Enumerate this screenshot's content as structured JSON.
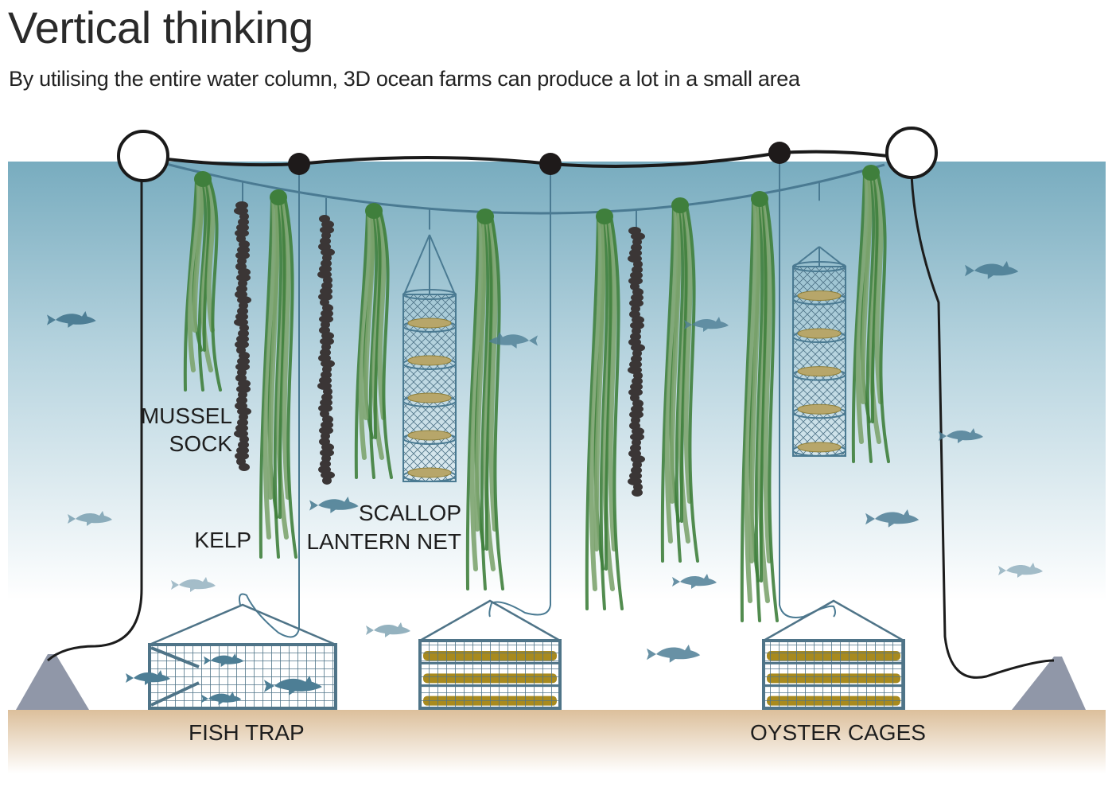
{
  "header": {
    "title": "Vertical thinking",
    "subtitle": "By utilising the entire water column, 3D ocean farms can produce a lot in a small area"
  },
  "labels": {
    "mussel_sock_line1": "MUSSEL",
    "mussel_sock_line2": "SOCK",
    "kelp": "KELP",
    "scallop_line1": "SCALLOP",
    "scallop_line2": "LANTERN NET",
    "fish_trap": "FISH TRAP",
    "oyster_cages": "OYSTER CAGES"
  },
  "colors": {
    "water_top": "#78acbf",
    "water_bottom": "#ffffff",
    "seabed": "#dcbf9b",
    "kelp_dark": "#3f7f3c",
    "kelp_light": "#7da46f",
    "mussel": "#3b3636",
    "rope": "#4a7a92",
    "cage": "#4f7488",
    "fish": "#4d7e95",
    "shellfish": "#a88a1e",
    "anchor": "#9097a8"
  }
}
